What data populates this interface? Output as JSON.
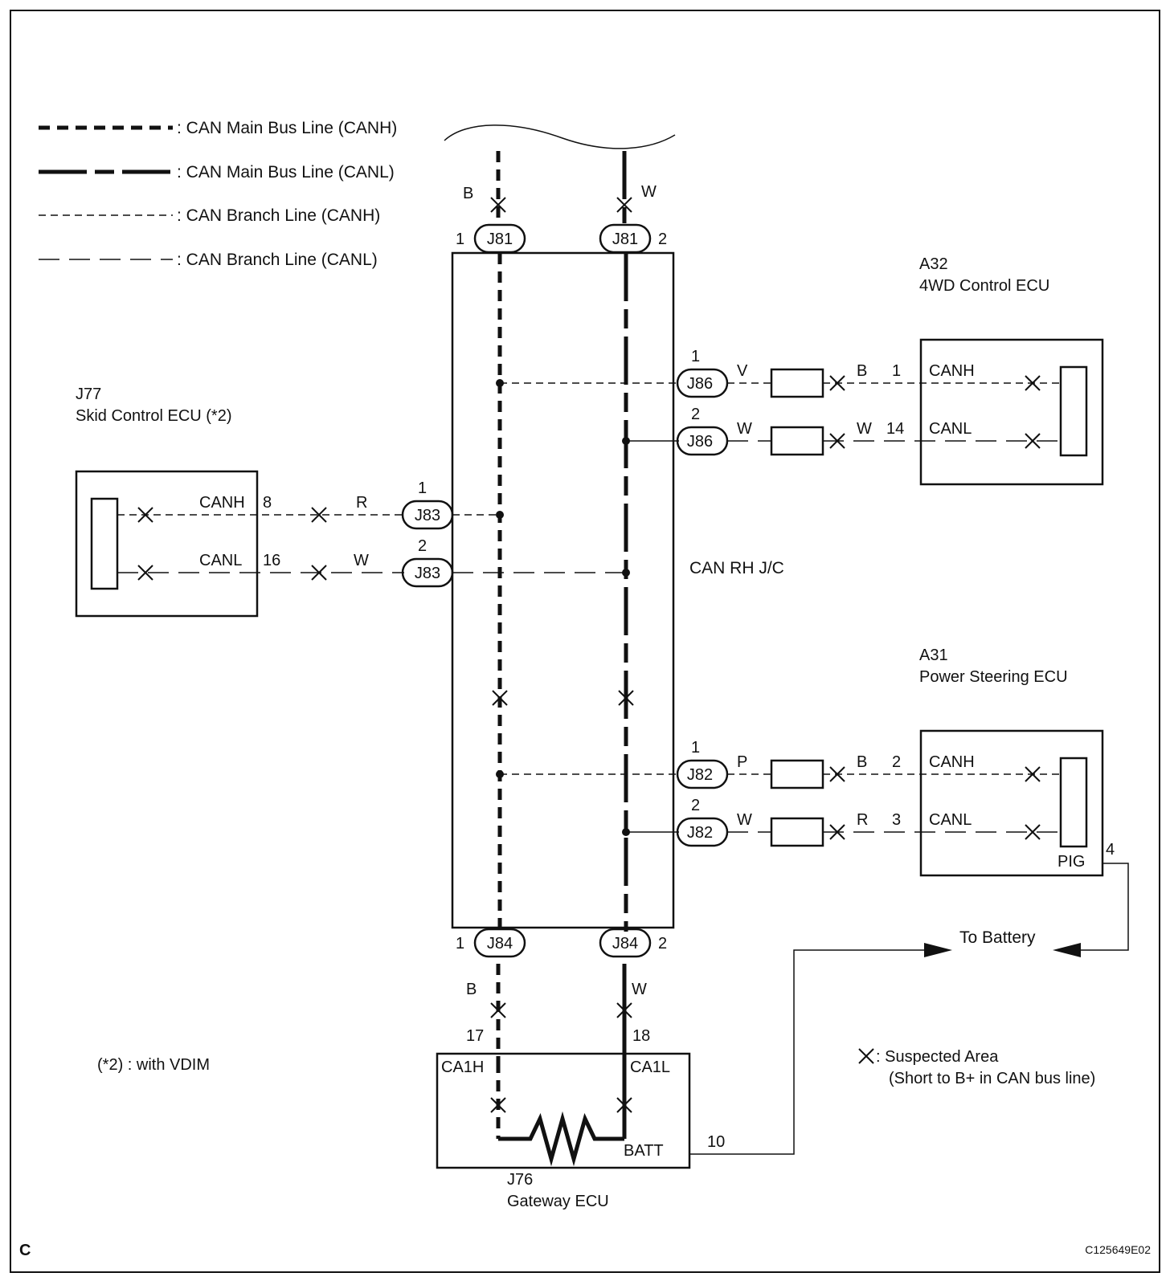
{
  "legend": [
    {
      "label": ": CAN Main Bus Line (CANH)"
    },
    {
      "label": ": CAN Main Bus Line (CANL)"
    },
    {
      "label": ": CAN Branch Line (CANH)"
    },
    {
      "label": ": CAN Branch Line (CANL)"
    }
  ],
  "junction_box": {
    "label": "CAN RH J/C"
  },
  "connectors": {
    "j81": "J81",
    "j84": "J84",
    "j86": "J86",
    "j83": "J83",
    "j82": "J82"
  },
  "pins": {
    "one": "1",
    "two": "2",
    "three": "3",
    "four": "4",
    "eight": "8",
    "ten": "10",
    "fourteen": "14",
    "sixteen": "16",
    "seventeen": "17",
    "eighteen": "18"
  },
  "wires": {
    "b": "B",
    "w": "W",
    "v": "V",
    "r": "R",
    "p": "P"
  },
  "signals": {
    "canh": "CANH",
    "canl": "CANL",
    "ca1h": "CA1H",
    "ca1l": "CA1L",
    "batt": "BATT",
    "pig": "PIG"
  },
  "ecus": {
    "a32": {
      "code": "A32",
      "name": "4WD Control ECU"
    },
    "j77": {
      "code": "J77",
      "name": "Skid Control ECU (*2)"
    },
    "a31": {
      "code": "A31",
      "name": "Power Steering ECU"
    },
    "j76": {
      "code": "J76",
      "name": "Gateway ECU"
    }
  },
  "to_battery": "To Battery",
  "footnote": "(*2) : with VDIM",
  "suspected": {
    "line1": ": Suspected Area",
    "line2": "(Short to B+ in CAN bus line)"
  },
  "corner_letter": "C",
  "figure_code": "C125649E02"
}
